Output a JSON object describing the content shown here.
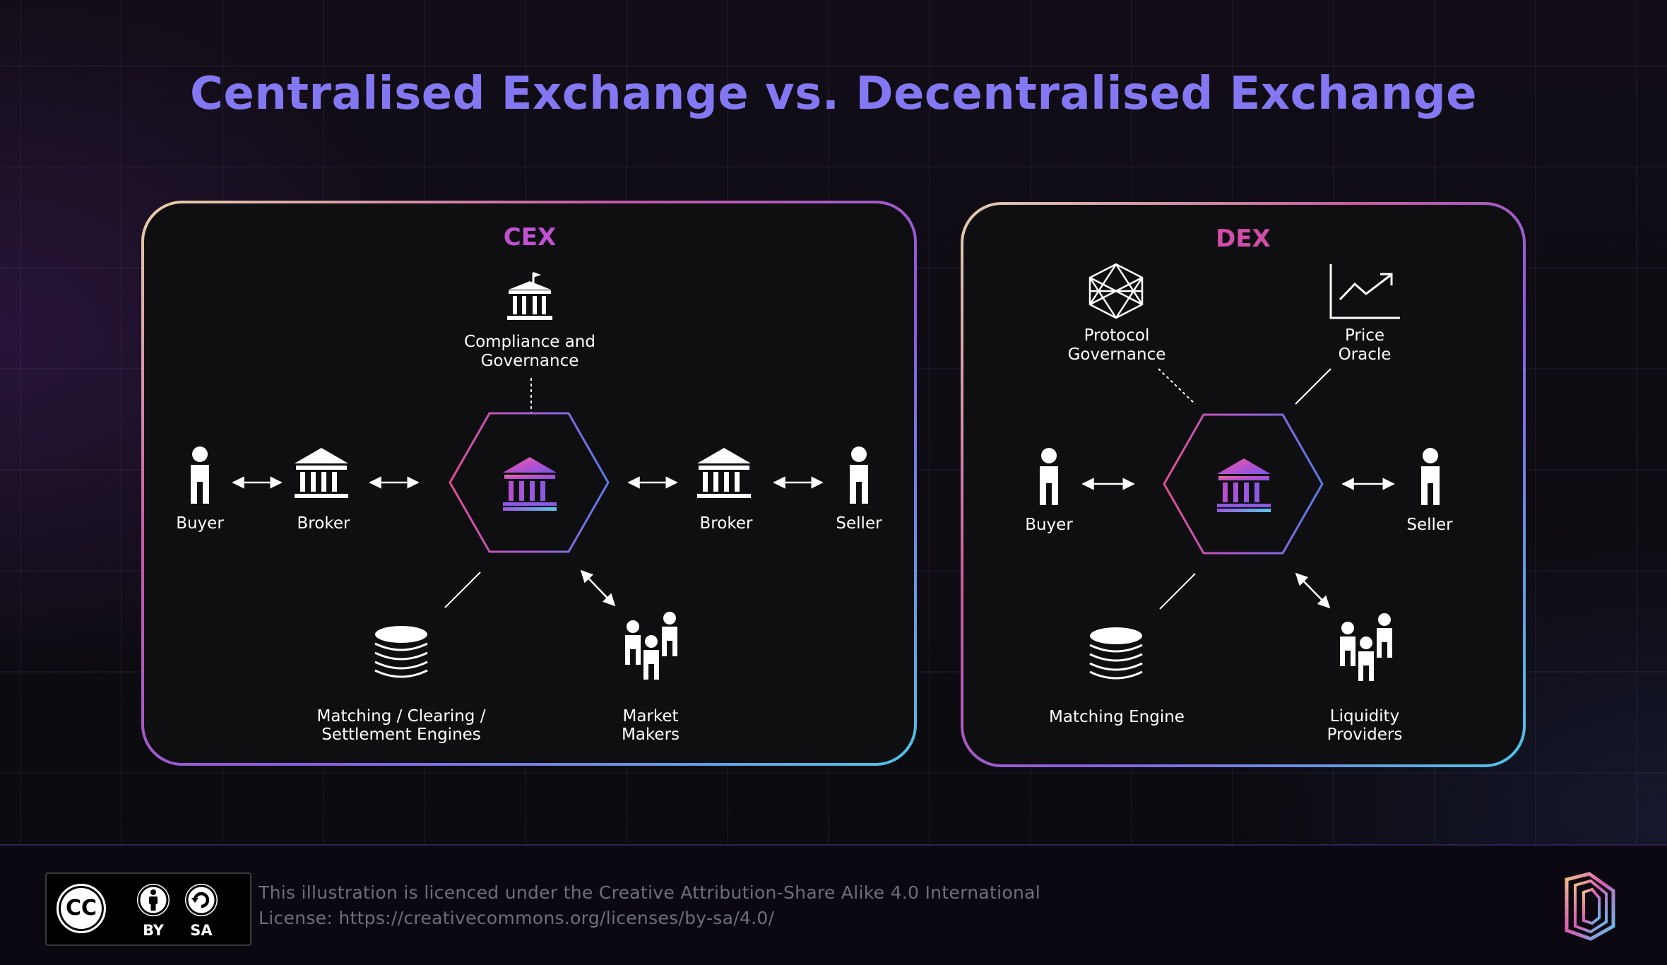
{
  "title": "Centralised Exchange vs. Decentralised Exchange",
  "cex": {
    "title": "CEX",
    "compliance": [
      "Compliance and",
      "Governance"
    ],
    "buyer": "Buyer",
    "broker_left": "Broker",
    "broker_right": "Broker",
    "seller": "Seller",
    "engines": [
      "Matching / Clearing /",
      "Settlement Engines"
    ],
    "market_makers": [
      "Market",
      "Makers"
    ]
  },
  "dex": {
    "title": "DEX",
    "governance": [
      "Protocol",
      "Governance"
    ],
    "oracle": [
      "Price",
      "Oracle"
    ],
    "buyer": "Buyer",
    "seller": "Seller",
    "engine": "Matching Engine",
    "liquidity": [
      "Liquidity",
      "Providers"
    ]
  },
  "footer": {
    "cc_symbol": "CC",
    "by_label": "BY",
    "sa_label": "SA",
    "license_line1": "This illustration is licenced under the Creative Attribution-Share Alike 4.0 International",
    "license_line2": "License: https://creativecommons.org/licenses/by-sa/4.0/"
  },
  "colors": {
    "title": "#8478f2",
    "cex_title": "#c152d2",
    "dex_title": "#d14ea8",
    "gradient_start": "#e6c8a0",
    "gradient_mid": "#c844a8",
    "gradient_end": "#5ab8e0",
    "hexagon_left": "#e0508c",
    "hexagon_right": "#5a7ce8"
  }
}
